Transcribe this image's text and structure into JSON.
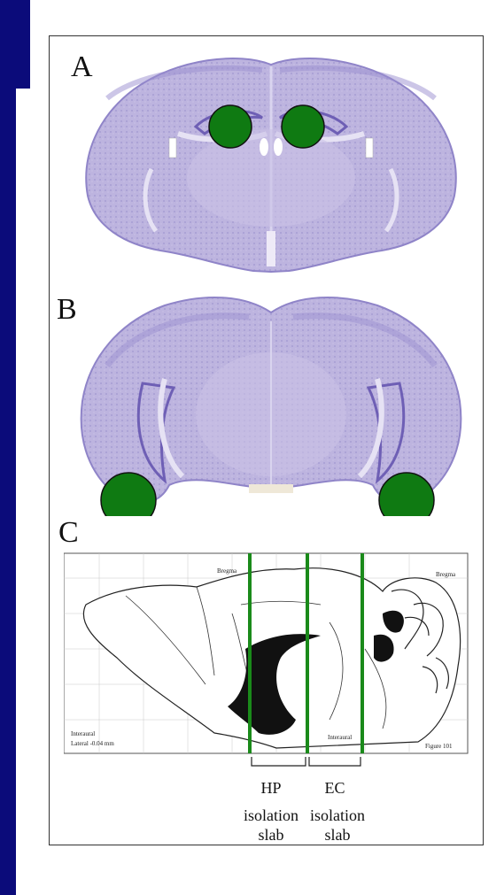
{
  "colors": {
    "sidebar": "#0b0b7a",
    "tissue": "#b9b1dd",
    "tissue_dark": "#8c7fc4",
    "marker": "#0f7a12",
    "slab_line": "#1a8a1a"
  },
  "panels": {
    "a_label": "A",
    "b_label": "B",
    "c_label": "C"
  },
  "atlas": {
    "bregma_top": "Bregma",
    "bregma_right": "Bregma",
    "interaural": "Interaural",
    "lateral": "Lateral  -0.04 mm",
    "figure": "Figure 101",
    "interaural_bottom": "Interaural"
  },
  "slabs": {
    "hp_label": "HP",
    "ec_label": "EC",
    "hp_caption_1": "isolation",
    "hp_caption_2": "slab",
    "ec_caption_1": "isolation",
    "ec_caption_2": "slab"
  }
}
